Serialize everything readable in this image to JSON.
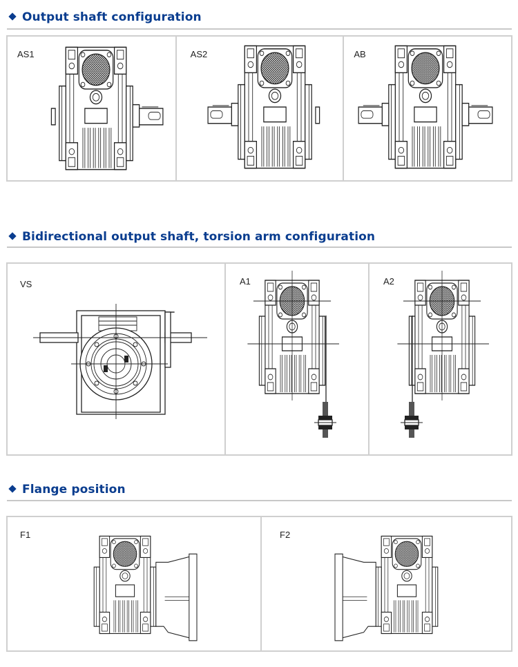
{
  "sections": [
    {
      "title": "Output shaft configuration",
      "icon": "diamond-bullet-icon",
      "items": [
        {
          "label": "AS1",
          "drawing": "gearbox-shaft-right"
        },
        {
          "label": "AS2",
          "drawing": "gearbox-shaft-left"
        },
        {
          "label": "AB",
          "drawing": "gearbox-shaft-both"
        }
      ]
    },
    {
      "title": "Bidirectional output shaft, torsion arm configuration",
      "icon": "diamond-bullet-icon",
      "items": [
        {
          "label": "VS",
          "drawing": "gearbox-double-input-shaft"
        },
        {
          "label": "A1",
          "drawing": "gearbox-torsion-arm-right"
        },
        {
          "label": "A2",
          "drawing": "gearbox-torsion-arm-left"
        }
      ]
    },
    {
      "title": "Flange position",
      "icon": "diamond-bullet-icon",
      "items": [
        {
          "label": "F1",
          "drawing": "gearbox-flange-right"
        },
        {
          "label": "F2",
          "drawing": "gearbox-flange-left"
        }
      ]
    }
  ],
  "colors": {
    "heading": "#0a3d8f",
    "rule": "#c8c8c8",
    "border": "#cfcfcf",
    "line": "#222222"
  }
}
